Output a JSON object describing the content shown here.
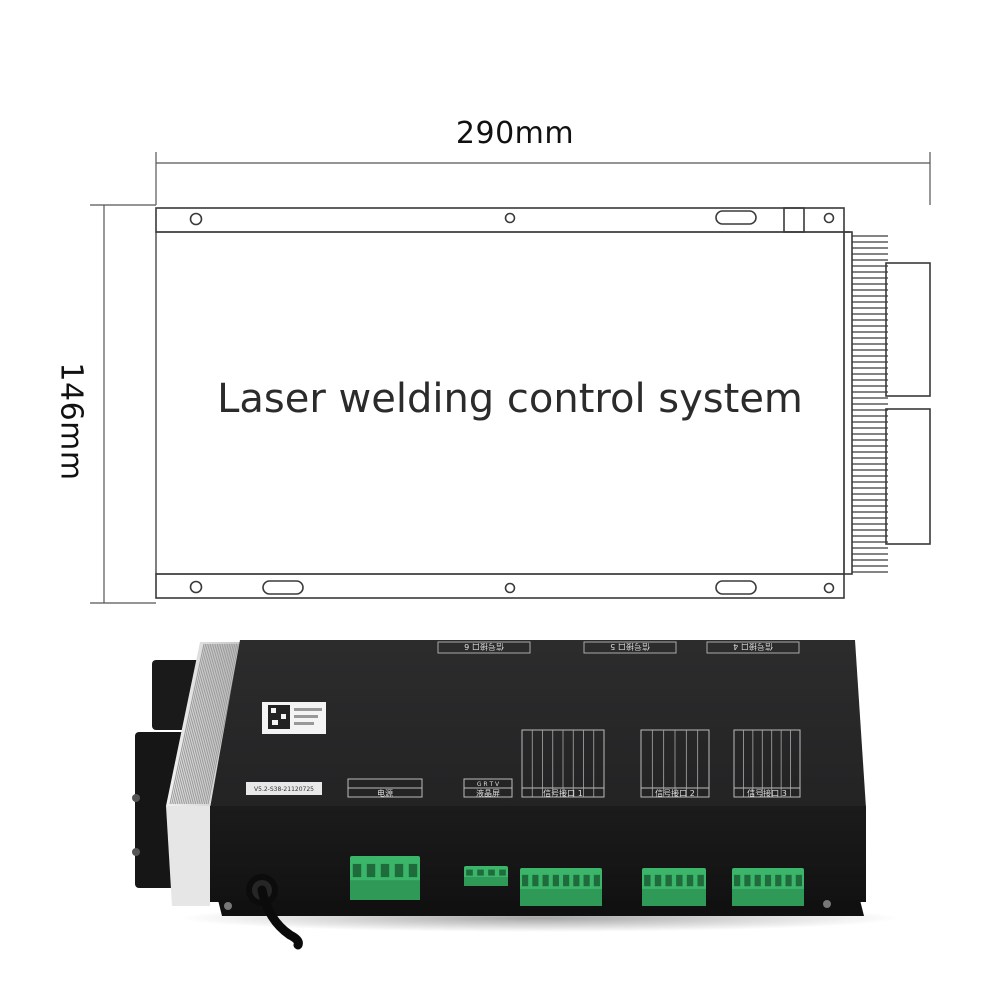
{
  "dimensions": {
    "width_label": "290mm",
    "height_label": "146mm"
  },
  "drawing": {
    "title": "Laser welding control system"
  },
  "device": {
    "version_sticker": "V5.2-S38-21120725",
    "port_labels": {
      "power": "电源",
      "lcd": "液晶屏",
      "signal_1": "信号接口 1",
      "signal_2": "信号接口 2",
      "signal_3": "信号接口 3",
      "signal_4": "信号接口 4",
      "signal_5": "信号接口 5",
      "signal_6": "信号接口 6"
    },
    "lcd_pins": "G R T V"
  },
  "colors": {
    "outline": "#3a3a3a",
    "case": "#1e1e1f",
    "case_top": "#2a2a2b",
    "terminal_green": "#3bb56a",
    "heatsink": "#d9d9d9"
  }
}
